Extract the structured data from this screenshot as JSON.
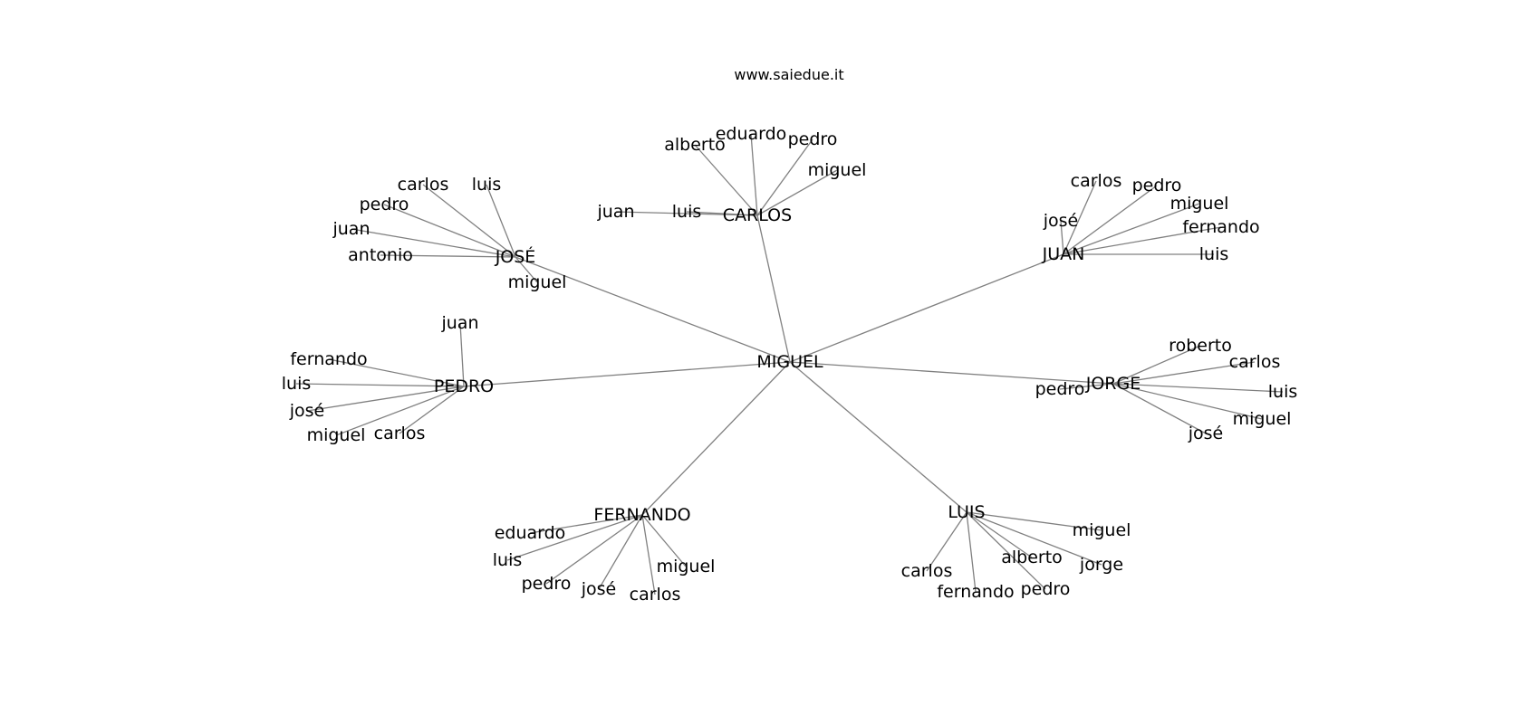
{
  "watermark": "www.saiedue.it",
  "colors": {
    "edge": "#808080",
    "text": "#000000",
    "background": "#ffffff"
  },
  "hub": "MIGUEL",
  "groups": [
    {
      "name": "CARLOS",
      "members": [
        "alberto",
        "eduardo",
        "pedro",
        "miguel",
        "juan",
        "luis"
      ]
    },
    {
      "name": "JOSÉ",
      "members": [
        "carlos",
        "luis",
        "pedro",
        "juan",
        "antonio",
        "miguel"
      ]
    },
    {
      "name": "JUAN",
      "members": [
        "carlos",
        "pedro",
        "miguel",
        "josé",
        "fernando",
        "luis"
      ]
    },
    {
      "name": "PEDRO",
      "members": [
        "juan",
        "fernando",
        "luis",
        "josé",
        "miguel",
        "carlos"
      ]
    },
    {
      "name": "JORGE",
      "members": [
        "roberto",
        "carlos",
        "luis",
        "miguel",
        "josé",
        "pedro"
      ]
    },
    {
      "name": "FERNANDO",
      "members": [
        "eduardo",
        "luis",
        "pedro",
        "josé",
        "carlos",
        "miguel"
      ]
    },
    {
      "name": "LUIS",
      "members": [
        "miguel",
        "alberto",
        "jorge",
        "pedro",
        "fernando",
        "carlos"
      ]
    }
  ]
}
